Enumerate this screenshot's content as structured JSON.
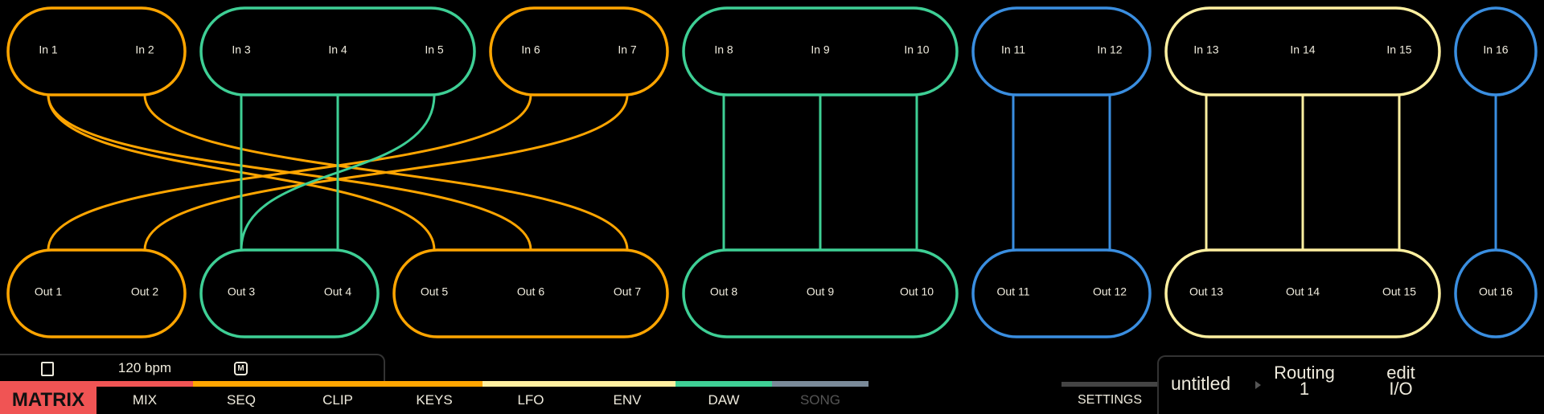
{
  "colors": {
    "orange": "#FFA500",
    "green": "#3ECF95",
    "blue": "#3A8EE0",
    "yellow": "#FFF0A0",
    "red": "#F05454",
    "grey": "#7A8A99"
  },
  "input_groups": [
    {
      "color": "orange",
      "ports": [
        "In 1",
        "In 2"
      ]
    },
    {
      "color": "green",
      "ports": [
        "In 3",
        "In 4",
        "In 5"
      ]
    },
    {
      "color": "orange",
      "ports": [
        "In 6",
        "In 7"
      ]
    },
    {
      "color": "green",
      "ports": [
        "In 8",
        "In 9",
        "In 10"
      ]
    },
    {
      "color": "blue",
      "ports": [
        "In 11",
        "In 12"
      ]
    },
    {
      "color": "yellow",
      "ports": [
        "In 13",
        "In 14",
        "In 15"
      ]
    },
    {
      "color": "blue",
      "ports": [
        "In 16"
      ]
    }
  ],
  "output_groups": [
    {
      "color": "orange",
      "ports": [
        "Out 1",
        "Out 2"
      ]
    },
    {
      "color": "green",
      "ports": [
        "Out 3",
        "Out 4"
      ]
    },
    {
      "color": "orange",
      "ports": [
        "Out 5",
        "Out 6",
        "Out 7"
      ]
    },
    {
      "color": "green",
      "ports": [
        "Out 8",
        "Out 9",
        "Out 10"
      ]
    },
    {
      "color": "blue",
      "ports": [
        "Out 11",
        "Out 12"
      ]
    },
    {
      "color": "yellow",
      "ports": [
        "Out 13",
        "Out 14",
        "Out 15"
      ]
    },
    {
      "color": "blue",
      "ports": [
        "Out 16"
      ]
    }
  ],
  "connections": [
    {
      "from": 1,
      "to": 5,
      "color": "orange"
    },
    {
      "from": 1,
      "to": 6,
      "color": "orange"
    },
    {
      "from": 2,
      "to": 7,
      "color": "orange"
    },
    {
      "from": 6,
      "to": 1,
      "color": "orange"
    },
    {
      "from": 7,
      "to": 2,
      "color": "orange"
    },
    {
      "from": 3,
      "to": 3,
      "color": "green"
    },
    {
      "from": 4,
      "to": 4,
      "color": "green"
    },
    {
      "from": 5,
      "to": 3,
      "color": "green"
    },
    {
      "from": 8,
      "to": 8,
      "color": "green"
    },
    {
      "from": 9,
      "to": 9,
      "color": "green"
    },
    {
      "from": 10,
      "to": 10,
      "color": "green"
    },
    {
      "from": 11,
      "to": 11,
      "color": "blue"
    },
    {
      "from": 12,
      "to": 12,
      "color": "blue"
    },
    {
      "from": 13,
      "to": 13,
      "color": "yellow"
    },
    {
      "from": 14,
      "to": 14,
      "color": "yellow"
    },
    {
      "from": 15,
      "to": 15,
      "color": "yellow"
    },
    {
      "from": 16,
      "to": 16,
      "color": "blue"
    }
  ],
  "transport": {
    "bpm": "120 bpm",
    "metronome": "M"
  },
  "nav": {
    "tabs": [
      "MATRIX",
      "MIX",
      "SEQ",
      "CLIP",
      "KEYS",
      "LFO",
      "ENV",
      "DAW",
      "SONG"
    ],
    "strip_colors": [
      {
        "color": "red",
        "span": 2
      },
      {
        "color": "orange",
        "span": 3
      },
      {
        "color": "yellow",
        "span": 2
      },
      {
        "color": "green",
        "span": 1
      },
      {
        "color": "grey",
        "span": 1
      }
    ],
    "settings": "SETTINGS"
  },
  "header": {
    "project": "untitled",
    "page_line1": "Routing",
    "page_line2": "1",
    "action_line1": "edit",
    "action_line2": "I/O"
  }
}
